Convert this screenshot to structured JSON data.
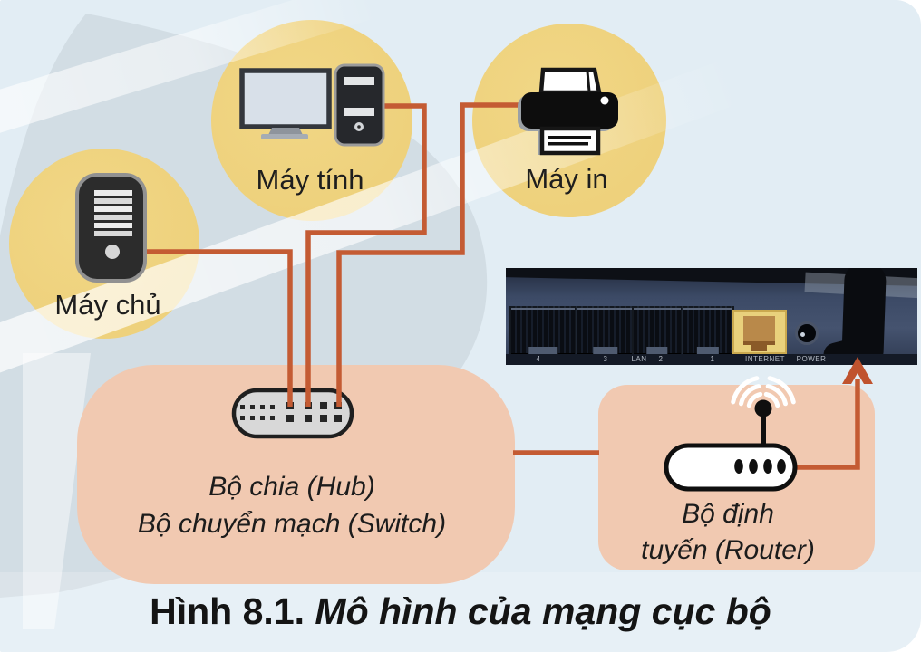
{
  "figure": {
    "caption_label": "Hình 8.1.",
    "caption_text": "Mô hình của mạng cục bộ"
  },
  "nodes": {
    "server": {
      "label": "Máy chủ"
    },
    "computer": {
      "label": "Máy tính"
    },
    "printer": {
      "label": "Máy in"
    },
    "hub": {
      "line1": "Bộ chia (Hub)",
      "line2": "Bộ chuyển mạch (Switch)"
    },
    "router": {
      "line1": "Bộ định",
      "line2": "tuyến (Router)"
    }
  },
  "photo": {
    "port_labels": [
      "4",
      "3",
      "LAN",
      "2",
      "1",
      "INTERNET",
      "POWER"
    ]
  },
  "colors": {
    "background": "#e2edf4",
    "swoosh_gray": "#cfd9e1",
    "circle_yellow": "#eed17c",
    "box_pink": "#f1c9b1",
    "cable_orange": "#c45b33",
    "icon_dark": "#262626",
    "text_dark": "#1e1e1e",
    "internet_port_yellow": "#e9d17c"
  }
}
